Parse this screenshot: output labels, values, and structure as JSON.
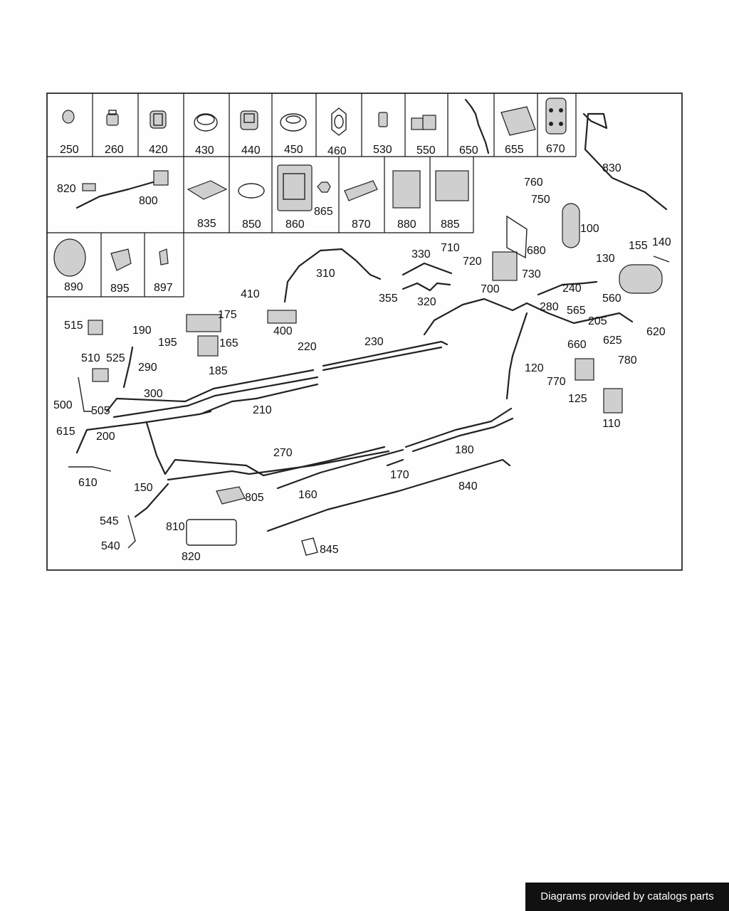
{
  "watermark": "Diagrams provided by catalogs parts",
  "callouts": {
    "250": "250",
    "260": "260",
    "420": "420",
    "430": "430",
    "440": "440",
    "450": "450",
    "460": "460",
    "530": "530",
    "550": "550",
    "650": "650",
    "655": "655",
    "670": "670",
    "820": "820",
    "800": "800",
    "835": "835",
    "850": "850",
    "860": "860",
    "865": "865",
    "870": "870",
    "880": "880",
    "885": "885",
    "890": "890",
    "895": "895",
    "897": "897",
    "760": "760",
    "750": "750",
    "830": "830",
    "100": "100",
    "710": "710",
    "680": "680",
    "330": "330",
    "720": "720",
    "730": "730",
    "700": "700",
    "310": "310",
    "355": "355",
    "320": "320",
    "410": "410",
    "400": "400",
    "155": "155",
    "140": "140",
    "130": "130",
    "240": "240",
    "560": "560",
    "280": "280",
    "565": "565",
    "205": "205",
    "620": "620",
    "625": "625",
    "515": "515",
    "190": "190",
    "175": "175",
    "195": "195",
    "165": "165",
    "230": "230",
    "220": "220",
    "660": "660",
    "780": "780",
    "120": "120",
    "770": "770",
    "510": "510",
    "525": "525",
    "290": "290",
    "185": "185",
    "125": "125",
    "110": "110",
    "500": "500",
    "300": "300",
    "505": "505",
    "210": "210",
    "615": "615",
    "200": "200",
    "270": "270",
    "180": "180",
    "610": "610",
    "170": "170",
    "150": "150",
    "840": "840",
    "805": "805",
    "160": "160",
    "545": "545",
    "810": "810",
    "540": "540",
    "820b": "820",
    "845": "845"
  }
}
